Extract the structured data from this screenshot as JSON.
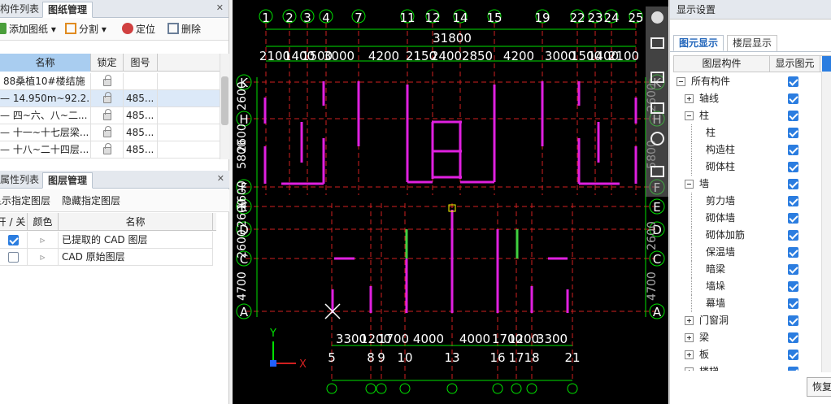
{
  "left": {
    "drawing_tabs": [
      "构件列表",
      "图纸管理"
    ],
    "drawing_toolbar": {
      "add": "添加图纸",
      "split": "分割",
      "locate": "定位",
      "delete": "删除"
    },
    "drawing_columns": [
      "名称",
      "锁定",
      "图号"
    ],
    "drawings": [
      {
        "name": "88桑植10#楼结施",
        "code": ""
      },
      {
        "name": "14.950m~92.2...",
        "code": "485..."
      },
      {
        "name": "四~六、八~二...",
        "code": "485..."
      },
      {
        "name": "十一~十七层梁...",
        "code": "485..."
      },
      {
        "name": "十八~二十四层...",
        "code": "485..."
      }
    ],
    "layer_tabs": [
      "属性列表",
      "图层管理"
    ],
    "layer_toolbar": {
      "show": "显示指定图层",
      "hide": "隐藏指定图层"
    },
    "layer_columns": [
      "开 / 关",
      "颜色",
      "名称"
    ],
    "layers": [
      {
        "name": "已提取的 CAD 图层",
        "on": true
      },
      {
        "name": "CAD 原始图层",
        "on": false
      }
    ]
  },
  "canvas": {
    "top_axes": [
      "1",
      "2",
      "3",
      "4",
      "7",
      "11",
      "12",
      "14",
      "15",
      "19",
      "22",
      "23",
      "24",
      "25"
    ],
    "total_dim": "31800",
    "top_dims": [
      "2100",
      "1400",
      "1500",
      "3000",
      "4200",
      "2150",
      "2400",
      "2850",
      "4200",
      "3000",
      "1500",
      "1400",
      "2100"
    ],
    "bottom_axes": [
      "5",
      "8",
      "9",
      "10",
      "13",
      "16",
      "17",
      "18",
      "21"
    ],
    "bottom_dims": [
      "3300",
      "1200",
      "1700",
      "4000",
      "4000",
      "1700",
      "1200",
      "3300"
    ],
    "left_axes": [
      "K",
      "H",
      "F",
      "E",
      "D",
      "C",
      "A"
    ],
    "left_dims": [
      "2600",
      "2600",
      "5800",
      "1600",
      "2600",
      "2600",
      "4700"
    ],
    "ucs_x": "X",
    "ucs_y": "Y"
  },
  "right": {
    "title": "显示设置",
    "tabs": [
      "图元显示",
      "楼层显示"
    ],
    "columns": [
      "图层构件",
      "显示图元"
    ],
    "tree": [
      {
        "label": "所有构件",
        "level": 0,
        "exp": "minus"
      },
      {
        "label": "轴线",
        "level": 1,
        "exp": "plus"
      },
      {
        "label": "柱",
        "level": 1,
        "exp": "minus"
      },
      {
        "label": "柱",
        "level": 2,
        "exp": ""
      },
      {
        "label": "构造柱",
        "level": 2,
        "exp": ""
      },
      {
        "label": "砌体柱",
        "level": 2,
        "exp": ""
      },
      {
        "label": "墙",
        "level": 1,
        "exp": "minus"
      },
      {
        "label": "剪力墙",
        "level": 2,
        "exp": ""
      },
      {
        "label": "砌体墙",
        "level": 2,
        "exp": ""
      },
      {
        "label": "砌体加筋",
        "level": 2,
        "exp": ""
      },
      {
        "label": "保温墙",
        "level": 2,
        "exp": ""
      },
      {
        "label": "暗梁",
        "level": 2,
        "exp": ""
      },
      {
        "label": "墙垛",
        "level": 2,
        "exp": ""
      },
      {
        "label": "幕墙",
        "level": 2,
        "exp": ""
      },
      {
        "label": "门窗洞",
        "level": 1,
        "exp": "plus"
      },
      {
        "label": "梁",
        "level": 1,
        "exp": "plus"
      },
      {
        "label": "板",
        "level": 1,
        "exp": "plus"
      },
      {
        "label": "楼梯",
        "level": 1,
        "exp": "plus"
      }
    ],
    "restore_button": "恢复"
  }
}
